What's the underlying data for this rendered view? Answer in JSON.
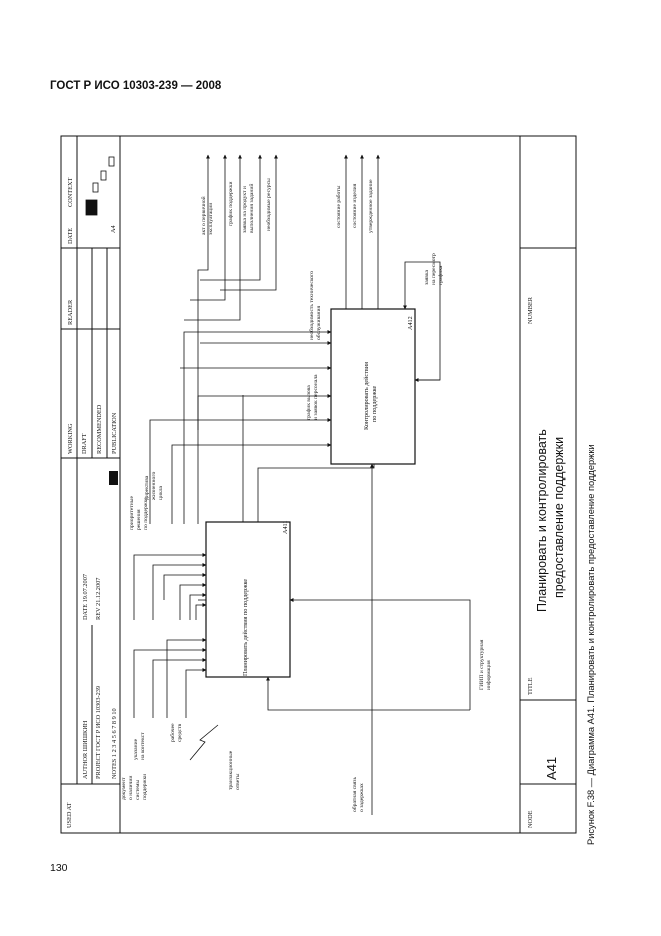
{
  "page": {
    "header": "ГОСТ Р ИСО 10303-239 — 2008",
    "number": "130",
    "caption": "Рисунок F.38 — Диаграмма A41. Планировать и контролировать предоставление поддержки"
  },
  "frame": {
    "used_at": "USED AT",
    "author": "AUTHOR  ШИШКИН",
    "project": "PROJECT  ГОСТ Р ИСО 10303-239",
    "notes": "NOTES  1  2  3  4  5  6  7  8  9  10",
    "date": "DATE  19.07.2007",
    "rev": "REV  21.12.2007",
    "working": "WORKING",
    "draft": "DRAFT",
    "recommended": "RECOMMENDED",
    "publication": "PUBLICATION",
    "reader": "READER",
    "date2": "DATE",
    "context": "CONTEXT",
    "context_node": "A4",
    "node_label": "NODE",
    "node_value": "A41",
    "title_label": "TITLE",
    "title_line1": "Планировать и контролировать",
    "title_line2": "предоставление поддержки",
    "number_label": "NUMBER"
  },
  "boxes": [
    {
      "label": "Планировать действия по поддержке",
      "node": "A411"
    },
    {
      "label_line1": "Контролировать действия",
      "label_line2": "по поддержке",
      "node": "A412"
    }
  ],
  "arrows": {
    "inputs_left": [
      {
        "line1": "документ",
        "line2": "о наличии",
        "line3": "системы",
        "line4": "поддержки"
      },
      {
        "line1": "указание",
        "line2": "на контекст"
      },
      {
        "line1": "рабочее",
        "line2": "средств"
      },
      {
        "line1": "транзакционные",
        "line2": "ответы"
      }
    ],
    "controls": [
      {
        "line1": "приоритетные",
        "line2": "решения",
        "line3": "по поддержке"
      },
      {
        "line1": "директива",
        "line2": "жизненного",
        "line3": "цикла"
      }
    ],
    "box2_inputs": [
      {
        "line1": "график вызова",
        "line2": "и заявок персонала"
      },
      {
        "line1": "необходимость технического",
        "line2": "обслуживания"
      }
    ],
    "outputs": [
      {
        "line1": "акт о первичной",
        "line2": "эксплуатации"
      },
      {
        "line1": "график поддержки"
      },
      {
        "line1": "заявка на продукт и",
        "line2": "выполнения заданий"
      },
      {
        "line1": "необходимые ресурсы"
      },
      {
        "line1": "состояние работы"
      },
      {
        "line1": "состояние изделия"
      },
      {
        "line1": "утвержденное задание"
      }
    ],
    "feedback": {
      "line1": "заявка",
      "line2": "на пересмотр",
      "line3": "графика"
    },
    "mechanism_bottom": {
      "line1": "обратная связь",
      "line2": "о задержках"
    },
    "mechanism": {
      "line1": "ГИИП и структурная",
      "line2": "информация"
    }
  }
}
